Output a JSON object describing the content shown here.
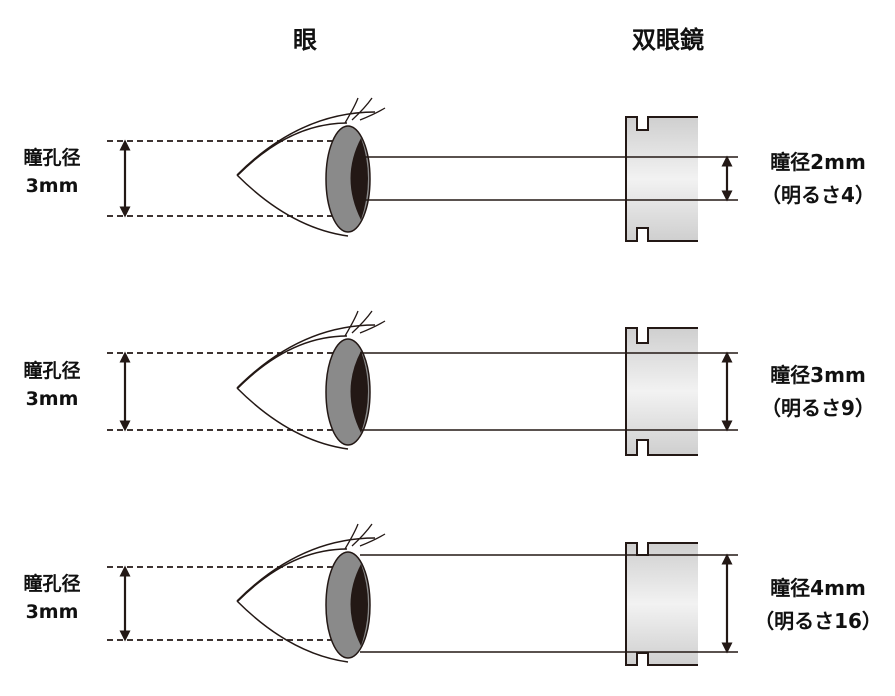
{
  "headers": {
    "eye": "眼",
    "binoculars": "双眼鏡"
  },
  "rows": [
    {
      "eye_label_1": "瞳孔径",
      "eye_label_2": "3mm",
      "bino_label_1": "瞳径2mm",
      "bino_label_2": "（明るさ4）",
      "exit_pupil_mm": 2,
      "brightness": 4
    },
    {
      "eye_label_1": "瞳孔径",
      "eye_label_2": "3mm",
      "bino_label_1": "瞳径3mm",
      "bino_label_2": "（明るさ9）",
      "exit_pupil_mm": 3,
      "brightness": 9
    },
    {
      "eye_label_1": "瞳孔径",
      "eye_label_2": "3mm",
      "bino_label_1": "瞳径4mm",
      "bino_label_2": "（明るさ16）",
      "exit_pupil_mm": 4,
      "brightness": 16
    }
  ],
  "colors": {
    "iris": "#8a8a8a",
    "pupil": "#231815",
    "binocular_fill": "#dcdcdc",
    "line": "#231815"
  }
}
